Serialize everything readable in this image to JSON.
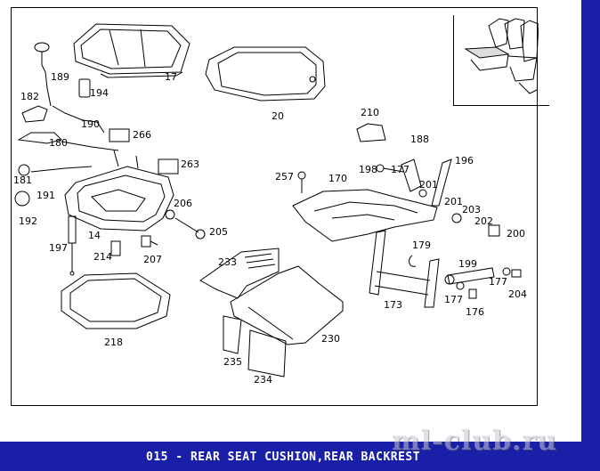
{
  "footer": {
    "title": "015 - REAR SEAT CUSHION,REAR BACKREST"
  },
  "watermark": "ml-club.ru",
  "parts": {
    "p17": "17",
    "p20": "20",
    "p189": "189",
    "p194": "194",
    "p182": "182",
    "p190": "190",
    "p266": "266",
    "p180": "180",
    "p263": "263",
    "p181": "181",
    "p191": "191",
    "p192": "192",
    "p206": "206",
    "p205": "205",
    "p14": "14",
    "p197": "197",
    "p214": "214",
    "p207": "207",
    "p218": "218",
    "p210": "210",
    "p188": "188",
    "p198": "198",
    "p177a": "177",
    "p196": "196",
    "p257": "257",
    "p170": "170",
    "p201a": "201",
    "p201b": "201",
    "p203": "203",
    "p202": "202",
    "p200": "200",
    "p179": "179",
    "p199": "199",
    "p177b": "177",
    "p177c": "177",
    "p204": "204",
    "p173": "173",
    "p176": "176",
    "p233": "233",
    "p230": "230",
    "p235": "235",
    "p234": "234"
  }
}
